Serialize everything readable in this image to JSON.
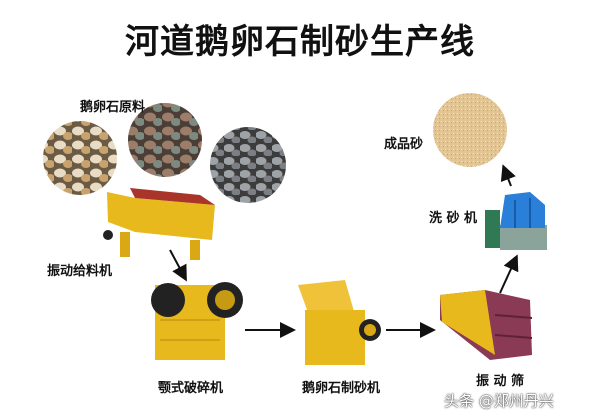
{
  "title": "河道鹅卵石制砂生产线",
  "labels": {
    "raw_material": "鹅卵石原料",
    "feeder": "振动给料机",
    "jaw_crusher": "颚式破碎机",
    "sand_maker": "鹅卵石制砂机",
    "screen": "振 动 筛",
    "washer": "洗 砂 机",
    "product": "成品砂"
  },
  "watermark": "头条 @郑州丹兴",
  "colors": {
    "machine_yellow": "#e8b a1a",
    "washer_blue": "#2a7fd8",
    "sand": "#e2c28e"
  }
}
